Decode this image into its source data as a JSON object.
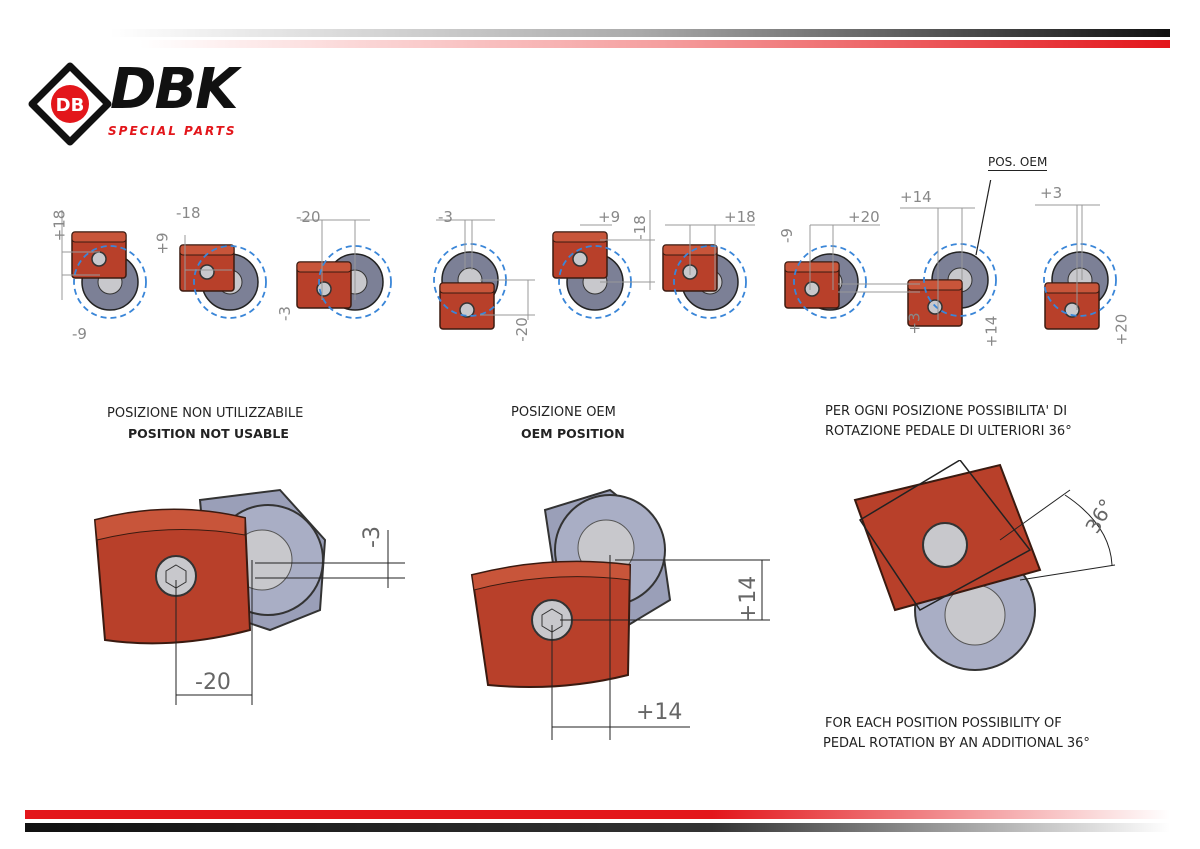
{
  "brand": {
    "name": "DBK",
    "tagline": "SPECIAL PARTS",
    "emblem": "DB",
    "colors": {
      "red": "#e3161b",
      "black": "#111111",
      "cap_red": "#b5391f",
      "body_grey": "#8a8fa8",
      "guide_blue": "#3a86d8"
    }
  },
  "top_row": {
    "pos_oem_label": "POS. OEM",
    "dimensions": [
      "+18",
      "-9",
      "-18",
      "+9",
      "-20",
      "-3",
      "-3",
      "-20",
      "+9",
      "-18",
      "+18",
      "-9",
      "+20",
      "+14",
      "+3",
      "+14",
      "+3",
      "+20"
    ]
  },
  "captions": {
    "not_usable_it": "POSIZIONE NON UTILIZZABILE",
    "not_usable_en": "POSITION NOT USABLE",
    "oem_it": "POSIZIONE OEM",
    "oem_en": "OEM POSITION",
    "rotation_it_1": "PER OGNI POSIZIONE POSSIBILITA' DI",
    "rotation_it_2": "ROTAZIONE PEDALE DI ULTERIORI 36°",
    "rotation_en_1": "FOR EACH POSITION POSSIBILITY OF",
    "rotation_en_2": "PEDAL ROTATION BY AN ADDITIONAL 36°"
  },
  "detail_dimensions": {
    "not_usable_vertical": "-3",
    "not_usable_horizontal": "-20",
    "oem_vertical": "+14",
    "oem_horizontal": "+14",
    "rotation_angle": "36°"
  }
}
